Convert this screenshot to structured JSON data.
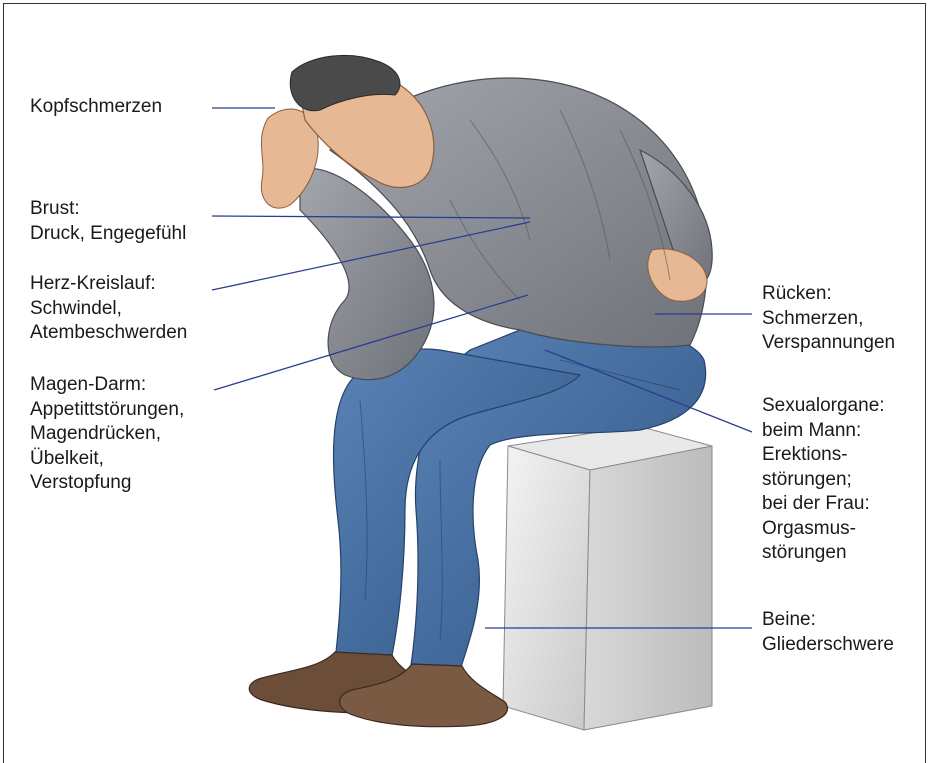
{
  "colors": {
    "leader_line": "#2a3d8f",
    "shirt": "#8c8f96",
    "jeans": "#3f6a9e",
    "shoes": "#6b4d38",
    "hair": "#4a4a4a",
    "skin": "#e6b894",
    "box": "#e2e2e2"
  },
  "labels": {
    "kopf": {
      "lines": [
        "Kopfschmerzen"
      ]
    },
    "brust": {
      "lines": [
        "Brust:",
        "Druck, Engegefühl"
      ]
    },
    "herz": {
      "lines": [
        "Herz-Kreislauf:",
        "Schwindel,",
        "Atembeschwerden"
      ]
    },
    "magen": {
      "lines": [
        "Magen-Darm:",
        "Appetittstörungen,",
        "Magendrücken,",
        "Übelkeit,",
        "Verstopfung"
      ]
    },
    "ruecken": {
      "lines": [
        "Rücken:",
        "Schmerzen,",
        "Verspannungen"
      ]
    },
    "sexual": {
      "lines": [
        "Sexualorgane:",
        "beim Mann:",
        "Erektions-",
        "störungen;",
        "bei der Frau:",
        "Orgasmus-",
        "störungen"
      ]
    },
    "beine": {
      "lines": [
        "Beine:",
        "Gliederschwere"
      ]
    }
  },
  "illustration": {
    "figure": "man-sitting-on-box-holding-head"
  }
}
